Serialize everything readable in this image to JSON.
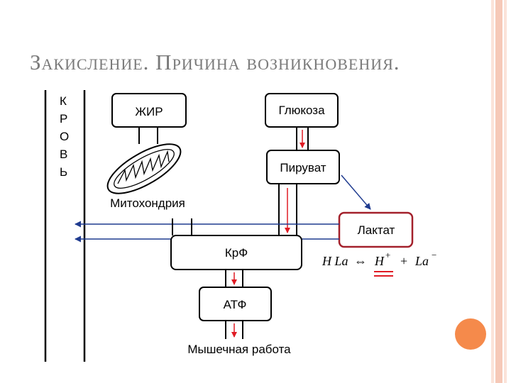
{
  "slide": {
    "title": "Закисление. Причина возникновения."
  },
  "diagram": {
    "blood_label_letters": [
      "К",
      "Р",
      "О",
      "В",
      "Ь"
    ],
    "nodes": {
      "fat": "ЖИР",
      "glucose": "Глюкоза",
      "pyruvate": "Пируват",
      "lactate": "Лактат",
      "creatine_phosphate": "КрФ",
      "atp": "АТФ"
    },
    "labels": {
      "mitochondria": "Митохондрия",
      "muscle_work": "Мышечная работа"
    },
    "equation": {
      "left": "H La",
      "arrow": "⇔",
      "h": "H",
      "h_charge": "+",
      "plus": "+",
      "la": "La",
      "la_charge": "−"
    }
  },
  "colors": {
    "title": "#7a7a7a",
    "stripe_pink": "#f6c9b8",
    "stripe_light": "#fbe3d9",
    "orange_circle": "#f58a4b",
    "red_arrow": "#e01b24",
    "blue_arrow": "#1f3b8f",
    "lactate_border": "#a3202b"
  }
}
